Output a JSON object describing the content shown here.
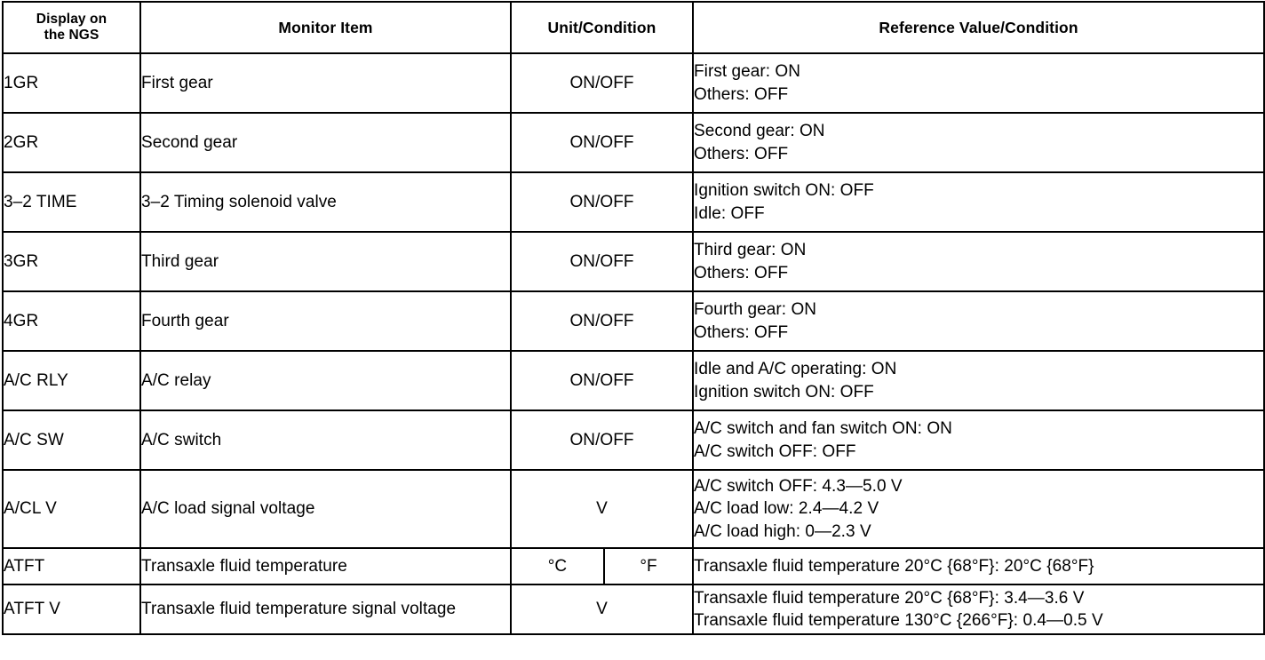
{
  "table": {
    "headers": {
      "ngs": "Display on\nthe NGS",
      "ngs_line1": "Display on",
      "ngs_line2": "the NGS",
      "monitor_item": "Monitor Item",
      "unit_condition": "Unit/Condition",
      "reference": "Reference Value/Condition"
    },
    "rows": [
      {
        "ngs": "1GR",
        "item": "First gear",
        "unit": "ON/OFF",
        "unit_split": false,
        "reference": [
          "First gear: ON",
          "Others: OFF"
        ]
      },
      {
        "ngs": "2GR",
        "item": "Second gear",
        "unit": "ON/OFF",
        "unit_split": false,
        "reference": [
          "Second gear: ON",
          "Others: OFF"
        ]
      },
      {
        "ngs": "3–2 TIME",
        "item": "3–2 Timing solenoid valve",
        "unit": "ON/OFF",
        "unit_split": false,
        "reference": [
          "Ignition switch ON: OFF",
          "Idle: OFF"
        ]
      },
      {
        "ngs": "3GR",
        "item": "Third gear",
        "unit": "ON/OFF",
        "unit_split": false,
        "reference": [
          "Third gear: ON",
          "Others: OFF"
        ]
      },
      {
        "ngs": "4GR",
        "item": "Fourth gear",
        "unit": "ON/OFF",
        "unit_split": false,
        "reference": [
          "Fourth gear: ON",
          "Others: OFF"
        ]
      },
      {
        "ngs": "A/C RLY",
        "item": "A/C relay",
        "unit": "ON/OFF",
        "unit_split": false,
        "reference": [
          "Idle and A/C operating: ON",
          "Ignition switch ON: OFF"
        ]
      },
      {
        "ngs": "A/C SW",
        "item": "A/C switch",
        "unit": "ON/OFF",
        "unit_split": false,
        "reference": [
          "A/C switch and fan switch ON: ON",
          "A/C switch OFF: OFF"
        ]
      },
      {
        "ngs": "A/CL V",
        "item": "A/C load signal voltage",
        "unit": "V",
        "unit_split": false,
        "reference": [
          "A/C switch OFF: 4.3—5.0 V",
          "A/C load low: 2.4—4.2 V",
          "A/C load high: 0—2.3 V"
        ]
      },
      {
        "ngs": "ATFT",
        "item": "Transaxle fluid temperature",
        "unit_split": true,
        "unit_celsius": "°C",
        "unit_fahrenheit": "°F",
        "reference": [
          "Transaxle fluid temperature 20°C {68°F}: 20°C {68°F}"
        ]
      },
      {
        "ngs": "ATFT V",
        "item": "Transaxle fluid temperature signal voltage",
        "unit": "V",
        "unit_split": false,
        "reference": [
          "Transaxle fluid temperature 20°C {68°F}: 3.4—3.6 V",
          "Transaxle fluid temperature 130°C {266°F}: 0.4—0.5 V"
        ]
      }
    ]
  }
}
